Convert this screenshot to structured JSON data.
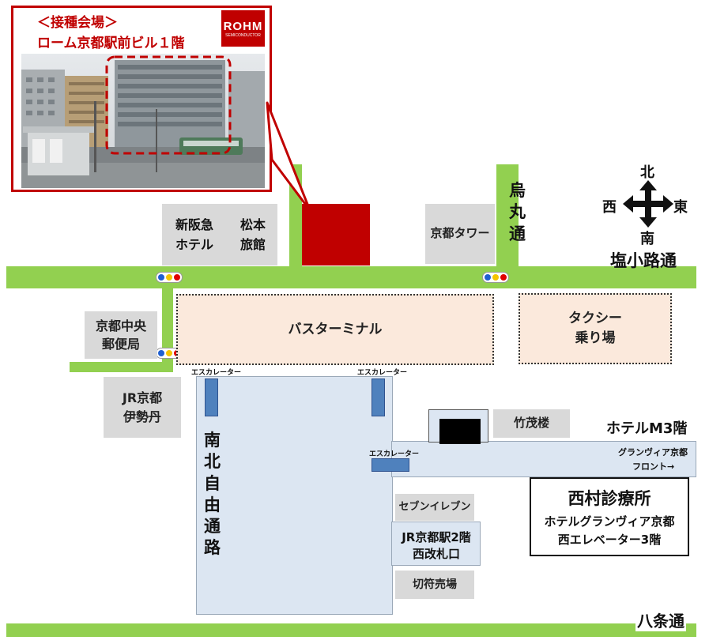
{
  "venue_box": {
    "heading": "＜接種会場＞",
    "subheading": "ローム京都駅前ビル１階",
    "logo_main": "ROHM",
    "logo_sub": "SEMICONDUCTOR",
    "photo_alt": "ローム京都駅前ビル"
  },
  "compass": {
    "north": "北",
    "south": "南",
    "west": "西",
    "east": "東"
  },
  "roads": {
    "shiokoji": "塩小路通",
    "hachijo": "八条通",
    "karasuma": [
      "烏",
      "丸",
      "通"
    ],
    "nanboku": [
      "南",
      "北",
      "自",
      "由",
      "通",
      "路"
    ]
  },
  "buildings": {
    "shinhankyu": [
      "新阪急",
      "ホテル"
    ],
    "matsumoto": [
      "松本",
      "旅館"
    ],
    "kyoto_tower": "京都タワー",
    "post_office": [
      "京都中央",
      "郵便局"
    ],
    "isetan": [
      "JR京都",
      "伊勢丹"
    ],
    "bus_terminal": "バスターミナル",
    "taxi": [
      "タクシー",
      "乗り場"
    ],
    "takemo": "竹茂楼",
    "seven_eleven": "セブンイレブン",
    "jr_gate": [
      "JR京都駅2階",
      "西改札口"
    ],
    "ticket": "切符売場"
  },
  "hotel": {
    "floor": "ホテルM3階",
    "front": [
      "グランヴィア京都",
      "フロント→"
    ]
  },
  "escalator_label": "エスカレーター",
  "clinic": {
    "name": "西村診療所",
    "line1": "ホテルグランヴィア京都",
    "line2": "西エレベーター3階"
  },
  "colors": {
    "road": "#92d050",
    "building": "#d9d9d9",
    "venue": "#c00000",
    "bus_terminal": "#fbe9dc",
    "station": "#dce6f2",
    "escalator": "#4f81bd"
  }
}
